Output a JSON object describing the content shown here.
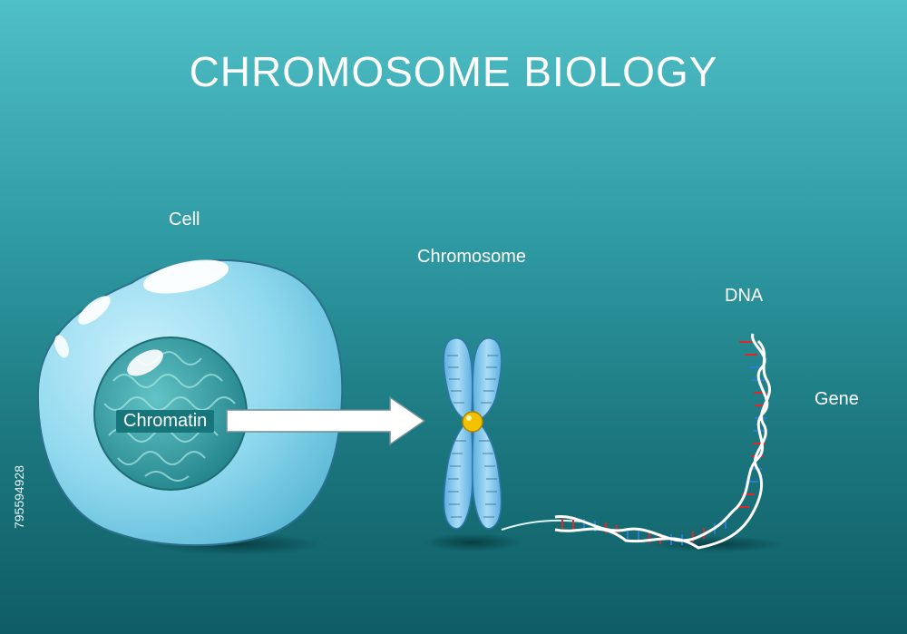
{
  "title": "CHROMOSOME BIOLOGY",
  "labels": {
    "cell": "Cell",
    "chromatin": "Chromatin",
    "chromosome": "Chromosome",
    "dna": "DNA",
    "gene": "Gene"
  },
  "stock_id": "795594928",
  "colors": {
    "background_top": "#4fbfc6",
    "background_bottom": "#0f5d64",
    "cell_membrane": "#8fd8ee",
    "nucleus": "#2c9aa2",
    "chromosome": "#7cc8ec",
    "centromere": "#f2c200",
    "dna_strand": "#ffffff",
    "base_red": "#d9292b",
    "base_blue": "#2c7ad6"
  }
}
